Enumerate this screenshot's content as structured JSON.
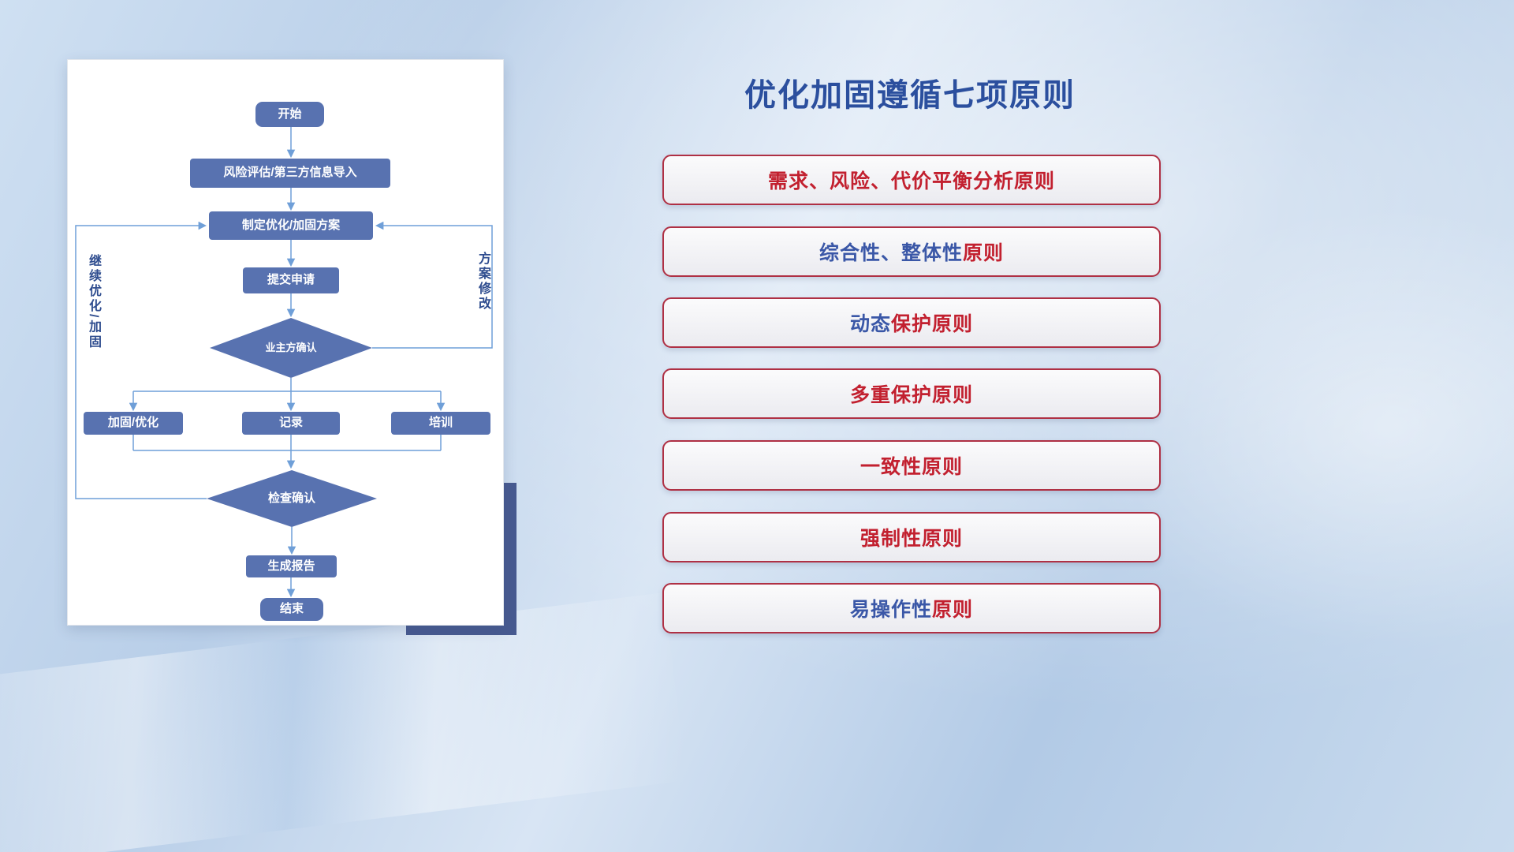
{
  "flowchart": {
    "nodes": {
      "start": "开始",
      "risk_import": "风险评估/第三方信息导入",
      "make_plan": "制定优化/加固方案",
      "submit": "提交申请",
      "owner_confirm": "业主方确认",
      "harden_optimize": "加固/优化",
      "record": "记录",
      "training": "培训",
      "check_confirm": "检查确认",
      "gen_report": "生成报告",
      "end": "结束"
    },
    "labels": {
      "left_loop": "继续优化/加固",
      "right_loop": "方案修改"
    }
  },
  "principles": {
    "title": "优化加固遵循七项原则",
    "items": [
      {
        "blue": "",
        "red": "需求、风险、代价平衡分析原则"
      },
      {
        "blue": "综合性、整体性",
        "red": "原则"
      },
      {
        "blue": "动态",
        "red": "保护原则"
      },
      {
        "blue": "",
        "red": "多重保护原则"
      },
      {
        "blue": "",
        "red": "一致性原则"
      },
      {
        "blue": "",
        "red": "强制性原则"
      },
      {
        "blue": "易操作性",
        "red": "原则"
      }
    ]
  },
  "colors": {
    "node_fill": "#5872b0",
    "connector": "#6f9fd8",
    "title_blue": "#2b4f9e",
    "principle_red": "#c2202f",
    "principle_blue": "#3a57a7",
    "principle_border": "#af3044",
    "loop_label": "#2f4d8f",
    "shadow_block": "#475a90"
  }
}
